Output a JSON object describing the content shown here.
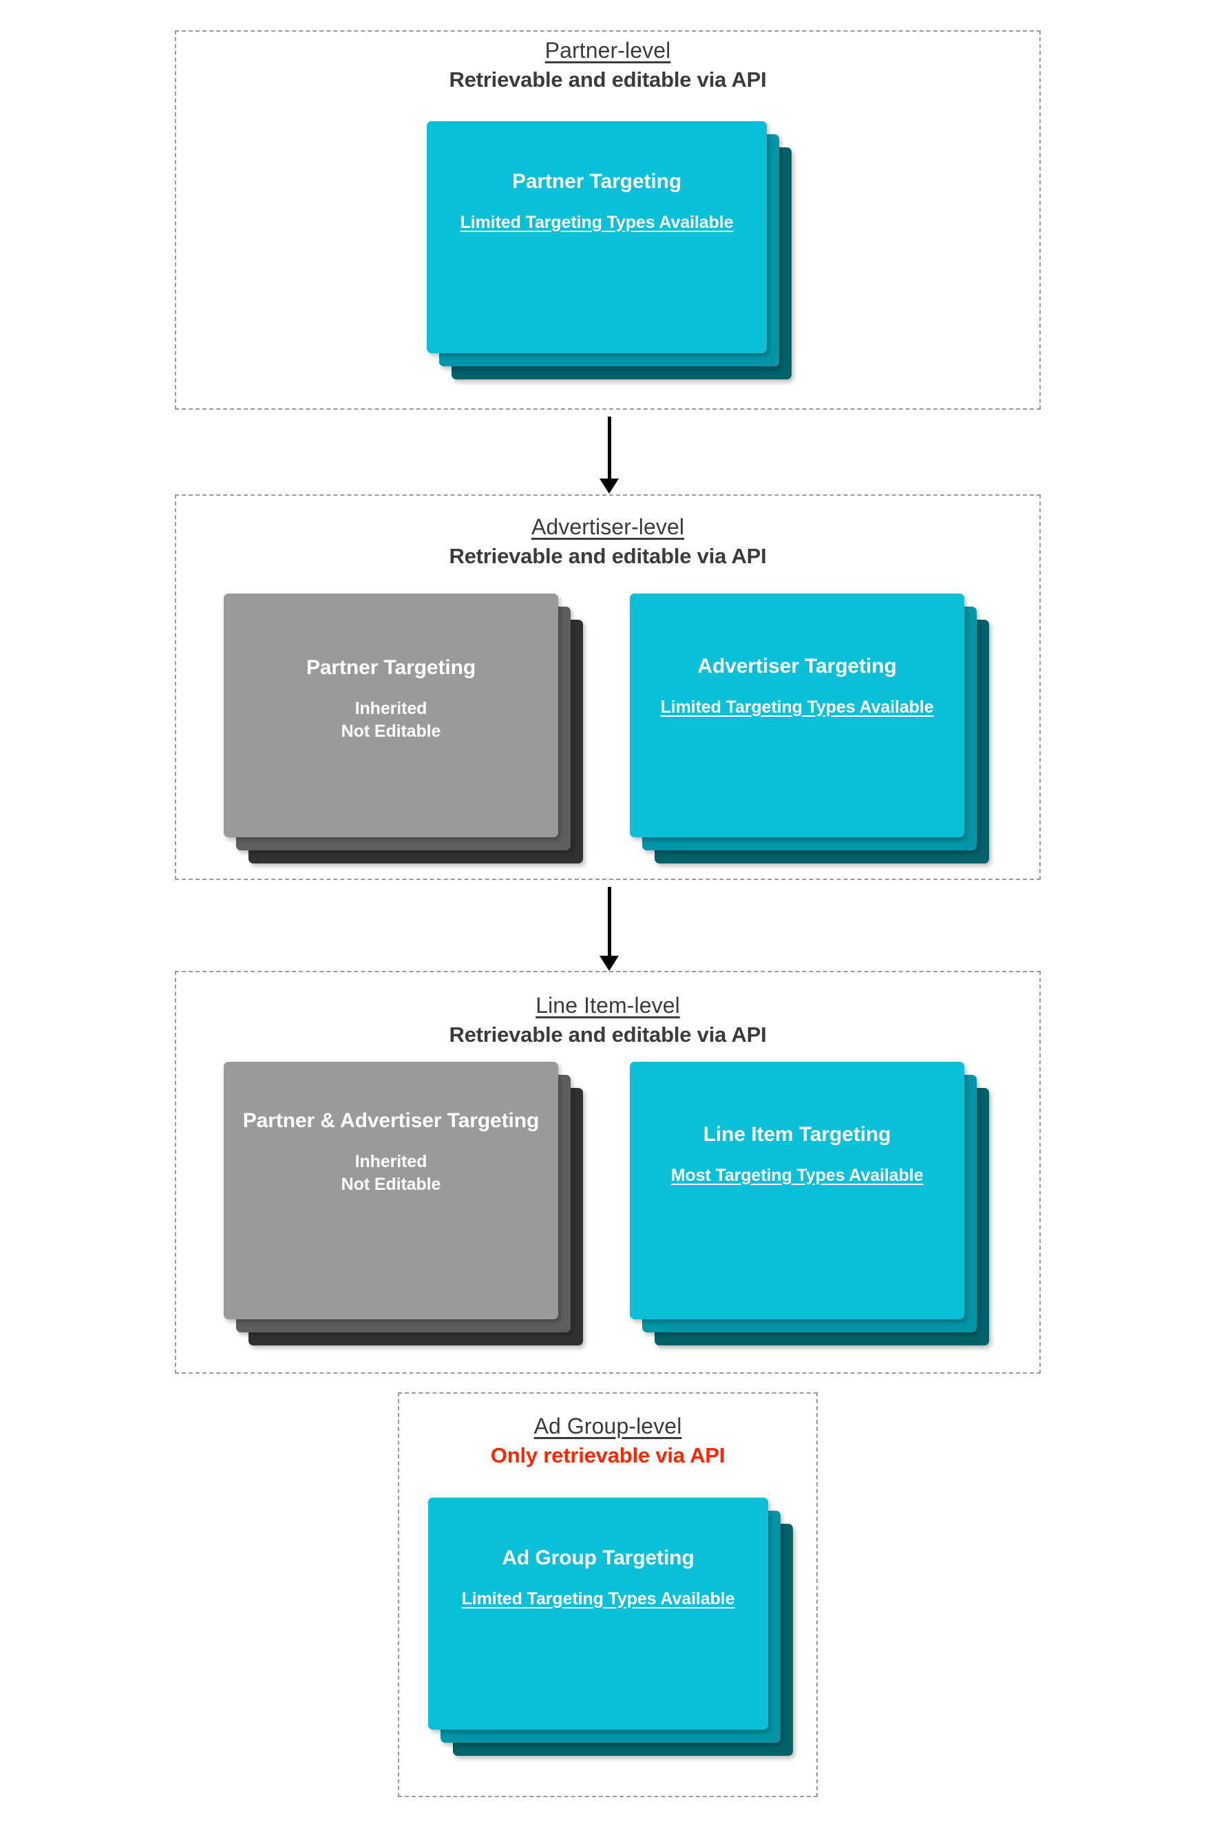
{
  "diagram": {
    "title_text_color": "#3b3b3b",
    "alert_color": "#ff2600",
    "card_cyan": "#0ac0d8",
    "card_gray": "#9a9a9a",
    "levels": [
      {
        "id": "partner",
        "title": "Partner-level",
        "subtitle": "Retrievable and editable via API",
        "cards": [
          {
            "id": "partner-targeting",
            "title": "Partner Targeting",
            "note": "Limited Targeting Types Available",
            "note_underlined": true,
            "palette": "cyan"
          }
        ]
      },
      {
        "id": "advertiser",
        "title": "Advertiser-level",
        "subtitle": "Retrievable and editable via API",
        "cards": [
          {
            "id": "inherited-partner-targeting",
            "title": "Partner Targeting",
            "note": "Inherited\nNot Editable",
            "note_underlined": false,
            "palette": "gray"
          },
          {
            "id": "advertiser-targeting",
            "title": "Advertiser Targeting",
            "note": "Limited Targeting Types Available",
            "note_underlined": true,
            "palette": "cyan"
          }
        ]
      },
      {
        "id": "line-item",
        "title": "Line Item-level",
        "subtitle": "Retrievable and editable via API",
        "cards": [
          {
            "id": "inherited-partner-advertiser-targeting",
            "title": "Partner & Advertiser Targeting",
            "note": "Inherited\nNot Editable",
            "note_underlined": false,
            "palette": "gray"
          },
          {
            "id": "line-item-targeting",
            "title": "Line Item Targeting",
            "note": "Most Targeting Types Available",
            "note_underlined": true,
            "palette": "cyan"
          }
        ]
      },
      {
        "id": "ad-group",
        "title": "Ad Group-level",
        "subtitle": "Only retrievable via API",
        "subtitle_alert": true,
        "cards": [
          {
            "id": "ad-group-targeting",
            "title": "Ad Group Targeting",
            "note": "Limited Targeting Types Available",
            "note_underlined": true,
            "palette": "cyan"
          }
        ]
      }
    ],
    "connectors": [
      {
        "id": "partner-to-advertiser",
        "from": "partner",
        "to": "advertiser"
      },
      {
        "id": "advertiser-to-line-item",
        "from": "advertiser",
        "to": "line-item"
      }
    ]
  }
}
